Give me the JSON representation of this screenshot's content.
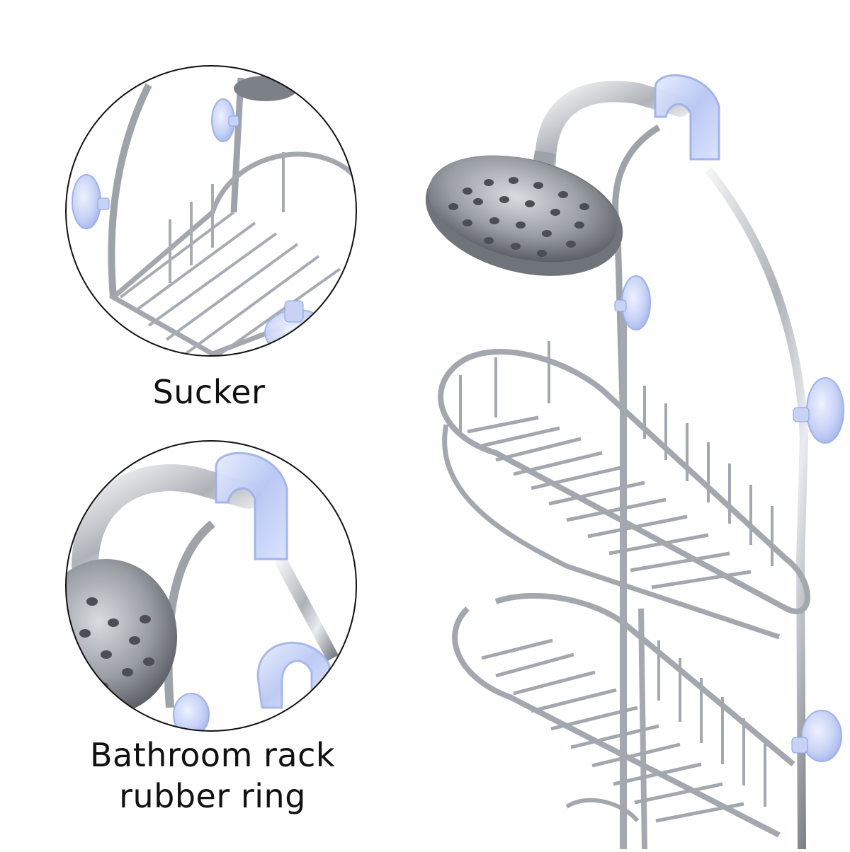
{
  "labels": {
    "sucker": "Sucker",
    "ring_line1": "Bathroom rack",
    "ring_line2": "rubber ring"
  },
  "colors": {
    "background": "#ffffff",
    "steel": "#b9bcc2",
    "steel_dark": "#7c8087",
    "suction_cup": "#c7d2f5",
    "text": "#111111"
  }
}
